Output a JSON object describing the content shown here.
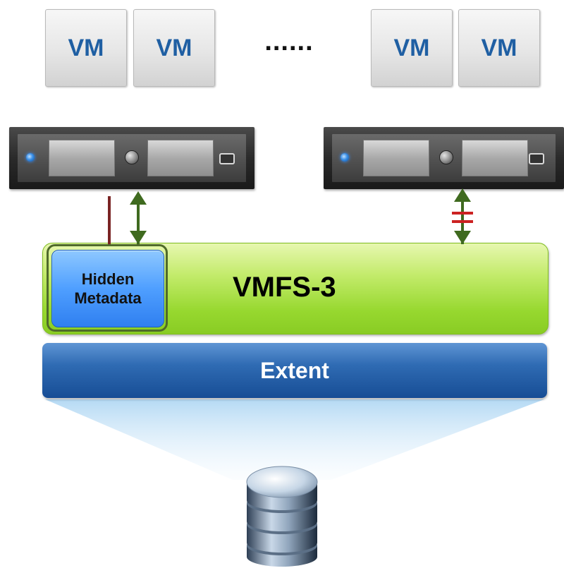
{
  "vms": [
    {
      "label": "VM"
    },
    {
      "label": "VM"
    },
    {
      "label": "VM"
    },
    {
      "label": "VM"
    }
  ],
  "ellipsis": "......",
  "metadata": {
    "line1": "Hidden",
    "line2": "Metadata"
  },
  "vmfs_label": "VMFS-3",
  "extent_label": "Extent",
  "colors": {
    "vm_text": "#1f5fa3",
    "vmfs_green": "#97d82f",
    "metadata_blue": "#4f9fff",
    "extent_blue": "#2f6bb3",
    "arrow_green": "#3f6a1f",
    "line_darkred": "#7a2424",
    "blocked_red": "#cc2222"
  },
  "icons": [
    "server-icon",
    "database-icon",
    "bidirectional-arrow-icon",
    "blocked-arrow-icon"
  ]
}
